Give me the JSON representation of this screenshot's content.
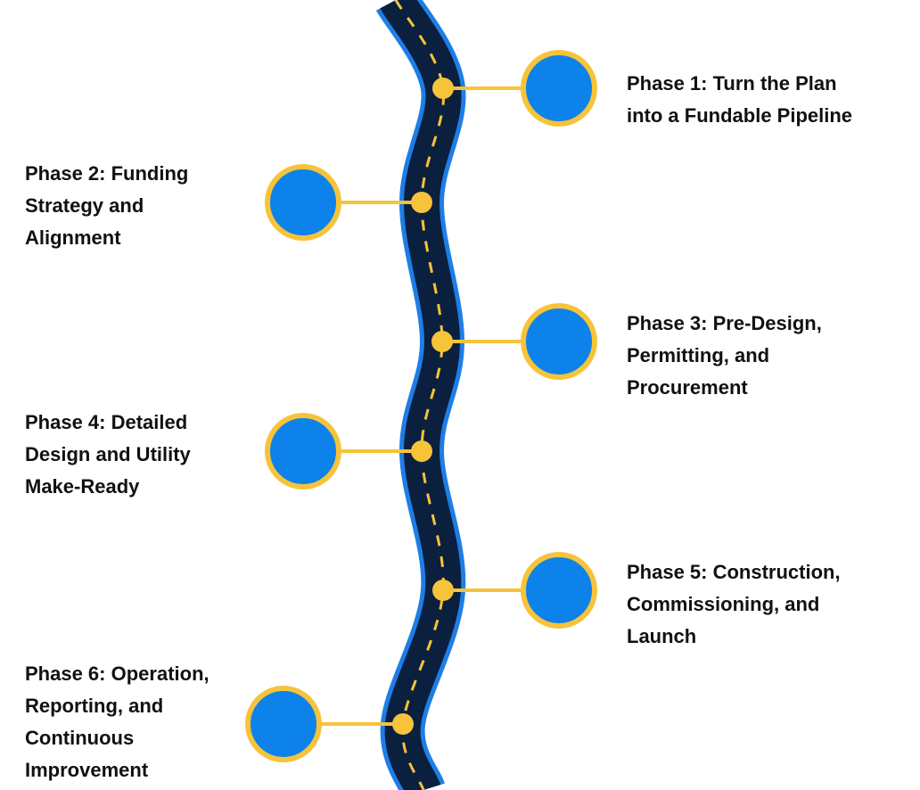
{
  "colors": {
    "road": "#0b1f3f",
    "road_edge": "#1e7ee6",
    "center_dash": "#f6c337",
    "circle_fill": "#0c82ea",
    "circle_border": "#f6c33a",
    "connector": "#f6c33a",
    "text": "#111111"
  },
  "phases": [
    {
      "label": "Phase 1: Turn the Plan\ninto a Fundable Pipeline",
      "side": "right"
    },
    {
      "label": "Phase 2: Funding\nStrategy and\nAlignment",
      "side": "left"
    },
    {
      "label": "Phase 3: Pre-Design,\nPermitting, and\nProcurement",
      "side": "right"
    },
    {
      "label": "Phase 4: Detailed\nDesign and Utility\nMake-Ready",
      "side": "left"
    },
    {
      "label": "Phase 5: Construction,\nCommissioning, and\nLaunch",
      "side": "right"
    },
    {
      "label": "Phase 6: Operation,\nReporting, and\nContinuous\nImprovement",
      "side": "left"
    }
  ]
}
